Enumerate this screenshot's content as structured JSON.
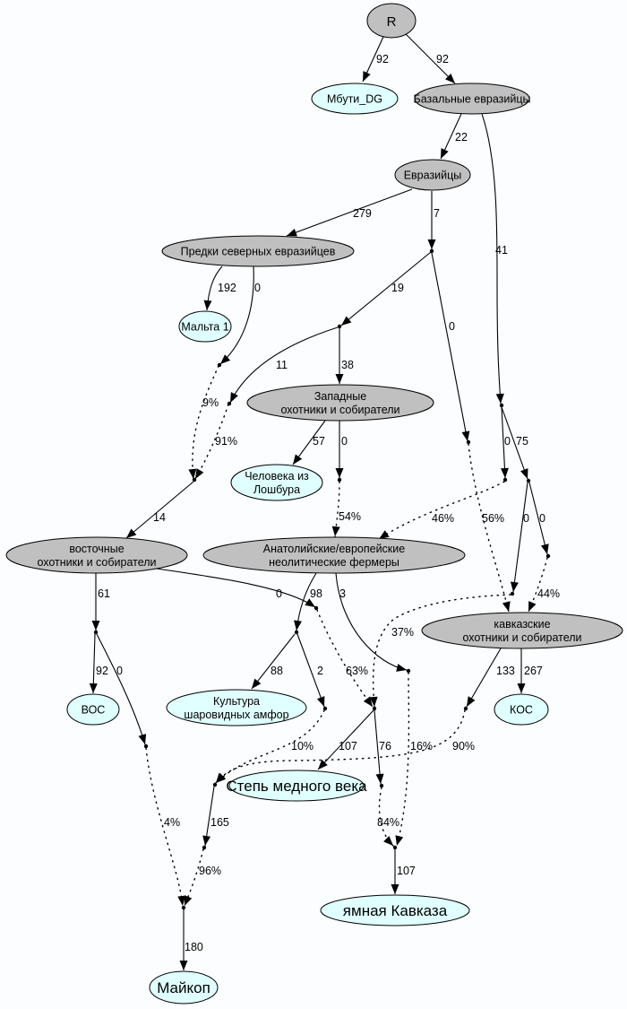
{
  "diagram": {
    "type": "admixture-graph",
    "colors": {
      "background": "#fbfdff",
      "internal_node_fill": "#c0c0c0",
      "leaf_node_fill": "#e0ffff",
      "stroke": "#000000"
    },
    "nodes": [
      {
        "id": "R",
        "lines": [
          "R"
        ],
        "kind": "internal"
      },
      {
        "id": "mbuti",
        "lines": [
          "Мбути_DG"
        ],
        "kind": "leaf"
      },
      {
        "id": "basal",
        "lines": [
          "Базальные евразийцы"
        ],
        "kind": "internal"
      },
      {
        "id": "eurasians",
        "lines": [
          "Евразийцы"
        ],
        "kind": "internal"
      },
      {
        "id": "ane",
        "lines": [
          "Предки северных евразийцев"
        ],
        "kind": "internal"
      },
      {
        "id": "malta",
        "lines": [
          "Мальта 1"
        ],
        "kind": "leaf"
      },
      {
        "id": "whg",
        "lines": [
          "Западные",
          "охотники и собиратели"
        ],
        "kind": "internal"
      },
      {
        "id": "loschbour",
        "lines": [
          "Человека из",
          "Лошбура"
        ],
        "kind": "leaf"
      },
      {
        "id": "ehg",
        "lines": [
          "восточные",
          "охотники и собиратели"
        ],
        "kind": "internal"
      },
      {
        "id": "eef",
        "lines": [
          "Анатолийские/европейские",
          "неолитические фермеры"
        ],
        "kind": "internal"
      },
      {
        "id": "chg",
        "lines": [
          "кавказские",
          "охотники и собиратели"
        ],
        "kind": "internal"
      },
      {
        "id": "voc",
        "lines": [
          "ВОС"
        ],
        "kind": "leaf"
      },
      {
        "id": "gac",
        "lines": [
          "Культура",
          "шаровидных амфор"
        ],
        "kind": "leaf"
      },
      {
        "id": "kos",
        "lines": [
          "КОС"
        ],
        "kind": "leaf"
      },
      {
        "id": "steppe",
        "lines": [
          "Степь медного века"
        ],
        "kind": "leaf"
      },
      {
        "id": "yamnaya",
        "lines": [
          "ямная Кавказа"
        ],
        "kind": "leaf"
      },
      {
        "id": "maikop",
        "lines": [
          "Майкоп"
        ],
        "kind": "leaf"
      }
    ],
    "edges": [
      {
        "from": "R",
        "to": "mbuti",
        "label": "92",
        "style": "solid"
      },
      {
        "from": "R",
        "to": "basal",
        "label": "92",
        "style": "solid"
      },
      {
        "from": "basal",
        "to": "eurasians",
        "label": "22",
        "style": "solid"
      },
      {
        "from": "basal",
        "to": "j_basal",
        "label": "41",
        "style": "solid"
      },
      {
        "from": "eurasians",
        "to": "ane",
        "label": "279",
        "style": "solid"
      },
      {
        "from": "eurasians",
        "to": "j_eur",
        "label": "7",
        "style": "solid"
      },
      {
        "from": "ane",
        "to": "malta",
        "label": "192",
        "style": "solid"
      },
      {
        "from": "ane",
        "to": "j_ane",
        "label": "0",
        "style": "solid"
      },
      {
        "from": "j_eur",
        "to": "j_west",
        "label": "19",
        "style": "solid"
      },
      {
        "from": "j_eur",
        "to": "j_eur0",
        "label": "0",
        "style": "solid"
      },
      {
        "from": "j_west",
        "to": "whg",
        "label": "38",
        "style": "solid"
      },
      {
        "from": "j_west",
        "to": "j_west11",
        "label": "11",
        "style": "solid"
      },
      {
        "from": "j_ane",
        "to": "j_ehgmix",
        "label": "9%",
        "style": "dotted"
      },
      {
        "from": "j_west11",
        "to": "j_ehgmix",
        "label": "91%",
        "style": "dotted"
      },
      {
        "from": "j_ehgmix",
        "to": "ehg",
        "label": "14",
        "style": "solid"
      },
      {
        "from": "whg",
        "to": "loschbour",
        "label": "57",
        "style": "solid"
      },
      {
        "from": "whg",
        "to": "j_whg0",
        "label": "0",
        "style": "solid"
      },
      {
        "from": "j_whg0",
        "to": "eef",
        "label": "54%",
        "style": "dotted"
      },
      {
        "from": "j_basal",
        "to": "j_b0",
        "label": "0",
        "style": "solid"
      },
      {
        "from": "j_basal",
        "to": "j_b75",
        "label": "75",
        "style": "solid"
      },
      {
        "from": "j_b0",
        "to": "eef",
        "label": "46%",
        "style": "dotted"
      },
      {
        "from": "j_eur0",
        "to": "chg",
        "label": "56%",
        "style": "dotted"
      },
      {
        "from": "j_b75",
        "to": "j_b75a",
        "label": "0",
        "style": "solid"
      },
      {
        "from": "j_b75",
        "to": "j_b75b",
        "label": "0",
        "style": "solid"
      },
      {
        "from": "j_b75b",
        "to": "chg",
        "label": "44%",
        "style": "dotted"
      },
      {
        "from": "j_b75a",
        "to": "j_steppemix",
        "label": "37%",
        "style": "dotted"
      },
      {
        "from": "ehg",
        "to": "j_ehg61",
        "label": "61",
        "style": "solid"
      },
      {
        "from": "ehg",
        "to": "j_ehg0",
        "label": "0",
        "style": "solid"
      },
      {
        "from": "j_ehg61",
        "to": "voc",
        "label": "92",
        "style": "solid"
      },
      {
        "from": "j_ehg61",
        "to": "j_ehg61b",
        "label": "0",
        "style": "solid"
      },
      {
        "from": "eef",
        "to": "j_eef98",
        "label": "98",
        "style": "solid"
      },
      {
        "from": "eef",
        "to": "j_eef3",
        "label": "3",
        "style": "solid"
      },
      {
        "from": "j_eef98",
        "to": "gac",
        "label": "88",
        "style": "solid"
      },
      {
        "from": "j_eef98",
        "to": "j_eef2",
        "label": "2",
        "style": "solid"
      },
      {
        "from": "j_ehg0",
        "to": "j_steppemix",
        "label": "63%",
        "style": "dotted"
      },
      {
        "from": "j_steppemix",
        "to": "steppe",
        "label": "107",
        "style": "solid"
      },
      {
        "from": "j_steppemix",
        "to": "j_st76",
        "label": "76",
        "style": "solid"
      },
      {
        "from": "j_eef2",
        "to": "j_maik165",
        "label": "10%",
        "style": "dotted"
      },
      {
        "from": "chg",
        "to": "j_chg133",
        "label": "133",
        "style": "solid"
      },
      {
        "from": "chg",
        "to": "kos",
        "label": "267",
        "style": "solid"
      },
      {
        "from": "j_chg133",
        "to": "j_maik165",
        "label": "90%",
        "style": "dotted"
      },
      {
        "from": "j_eef3",
        "to": "j_yam",
        "label": "16%",
        "style": "dotted"
      },
      {
        "from": "j_st76",
        "to": "j_yam",
        "label": "84%",
        "style": "dotted"
      },
      {
        "from": "j_yam",
        "to": "yamnaya",
        "label": "107",
        "style": "solid"
      },
      {
        "from": "j_maik165",
        "to": "j_maik96",
        "label": "165",
        "style": "solid"
      },
      {
        "from": "j_ehg61b",
        "to": "j_maikmix",
        "label": "4%",
        "style": "dotted"
      },
      {
        "from": "j_maik96",
        "to": "j_maikmix",
        "label": "96%",
        "style": "dotted"
      },
      {
        "from": "j_maikmix",
        "to": "maikop",
        "label": "180",
        "style": "solid"
      }
    ]
  }
}
